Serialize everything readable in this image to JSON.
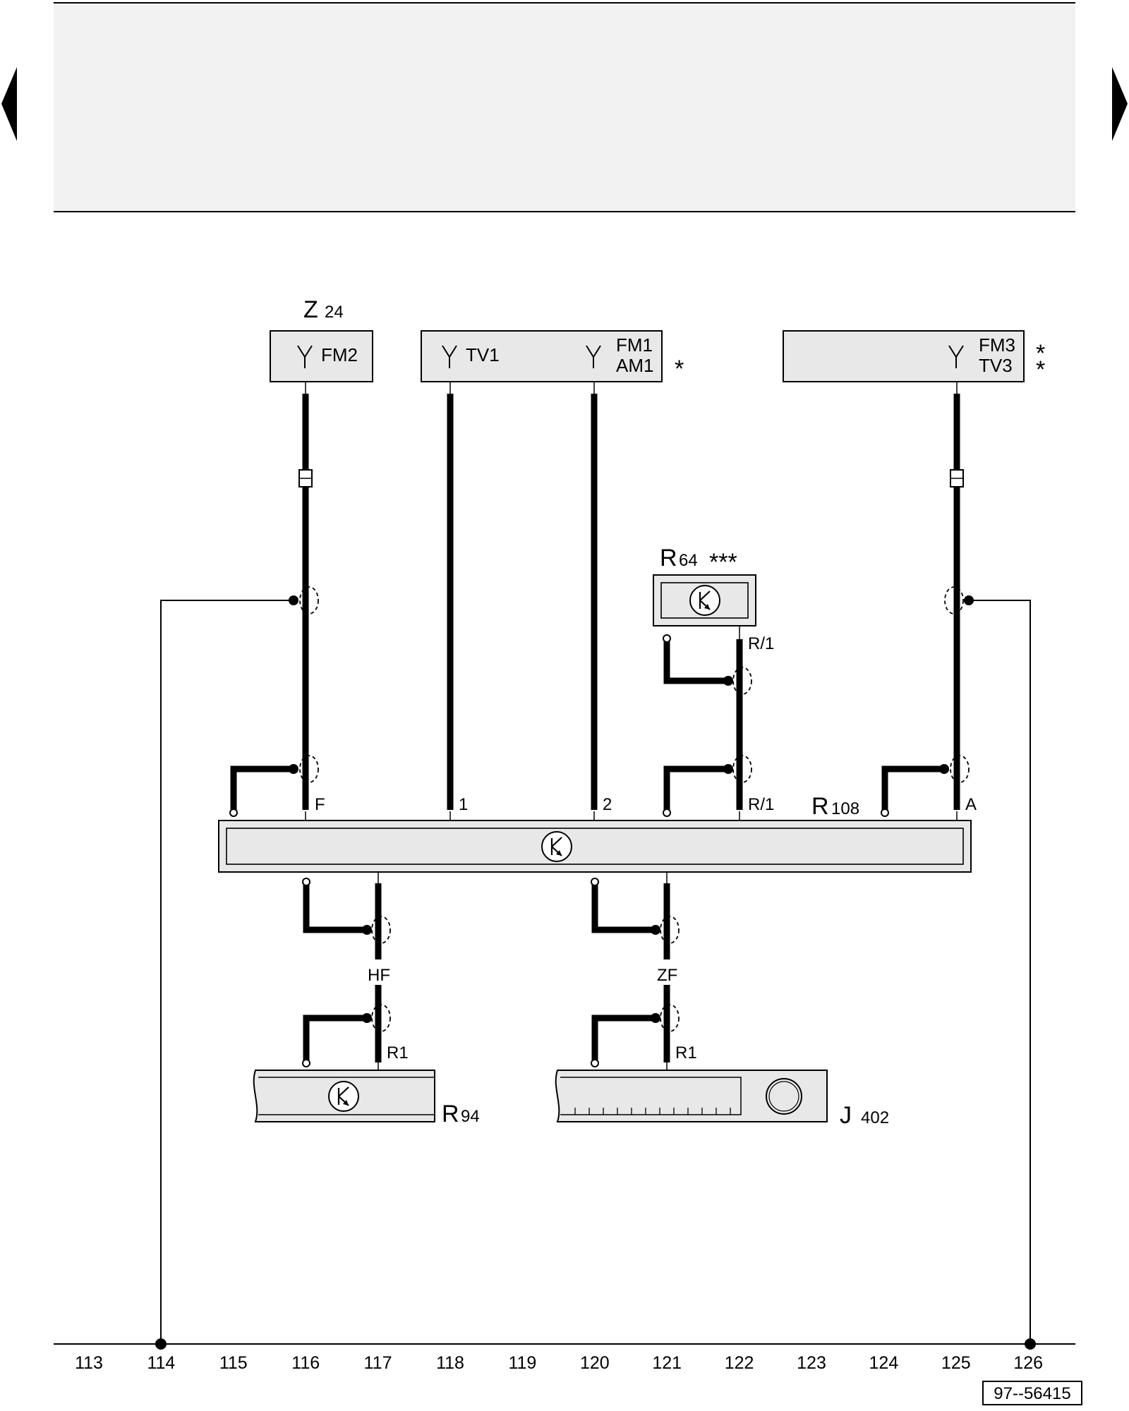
{
  "nav": {
    "prev_icon": "triangle-left-icon",
    "next_icon": "triangle-right-icon"
  },
  "components": {
    "z24": {
      "name": "Z",
      "number": "24",
      "label": "FM2"
    },
    "antenna_box_mid": {
      "label_1": "TV1",
      "label_2a": "FM1",
      "label_2b": "AM1",
      "note": "*"
    },
    "antenna_box_right": {
      "label_a": "FM3",
      "label_b": "TV3",
      "note_1": "*",
      "note_2": "*"
    },
    "r64": {
      "name": "R",
      "number": "64",
      "note": "***",
      "pin": "R/1"
    },
    "r108": {
      "name": "R",
      "number": "108",
      "pin_f": "F",
      "pin_1": "1",
      "pin_2": "2",
      "pin_r1": "R/1",
      "pin_a": "A"
    },
    "r94": {
      "name": "R",
      "number": "94",
      "pin": "R1"
    },
    "j402": {
      "name": "J",
      "number": "402",
      "pin": "R1"
    }
  },
  "wires": {
    "hf": "HF",
    "zf": "ZF"
  },
  "grid": {
    "numbers": [
      "113",
      "114",
      "115",
      "116",
      "117",
      "118",
      "119",
      "120",
      "121",
      "122",
      "123",
      "124",
      "125",
      "126"
    ]
  },
  "diagram_id": "97--56415"
}
